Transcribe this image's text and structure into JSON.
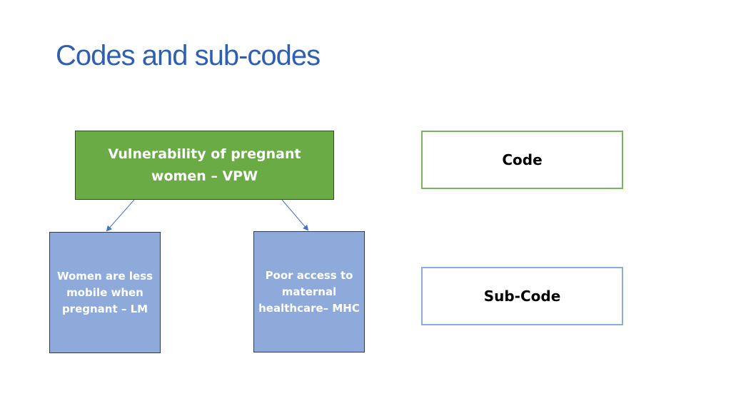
{
  "title": "Codes and sub-codes",
  "diagram": {
    "code_node": {
      "label": "Vulnerability of pregnant women – VPW"
    },
    "sub_nodes": [
      {
        "label": "Women are less mobile when pregnant – LM"
      },
      {
        "label": "Poor access to maternal healthcare– MHC"
      }
    ]
  },
  "legend": {
    "code_label": "Code",
    "subcode_label": "Sub-Code"
  },
  "colors": {
    "title": "#2f5fb3",
    "code_fill": "#6aab45",
    "subcode_fill": "#8eaadb",
    "connector": "#4472c4"
  }
}
